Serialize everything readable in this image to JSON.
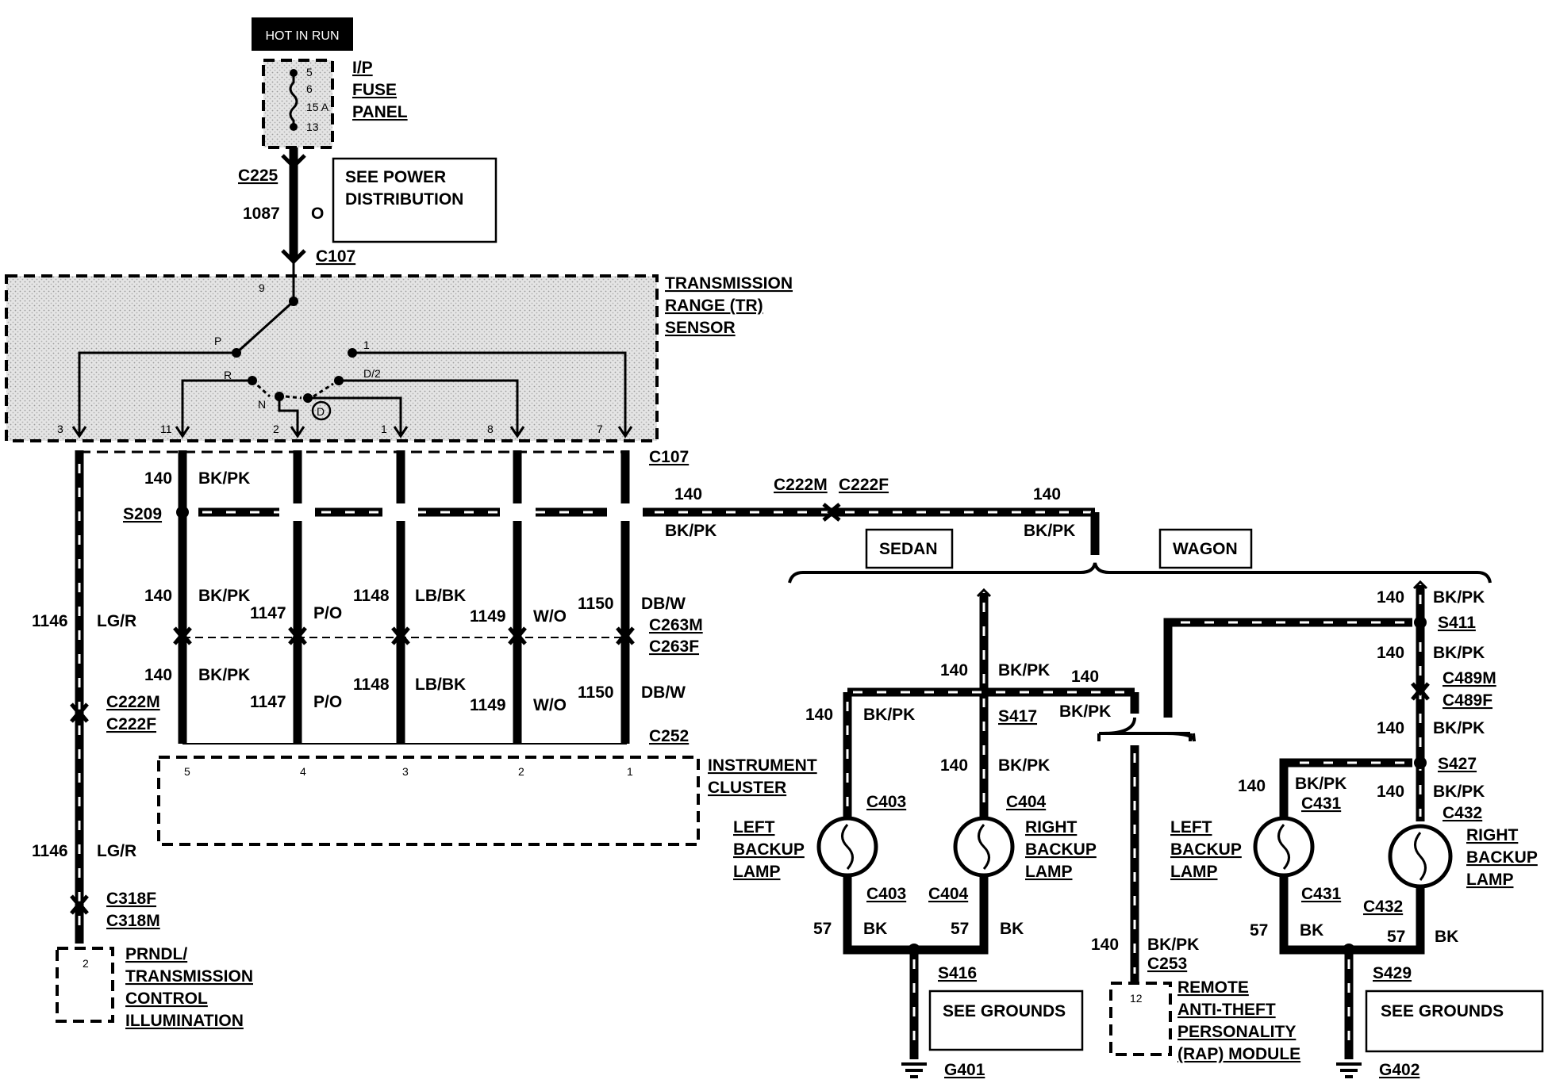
{
  "header": {
    "hot_in_run": "HOT IN RUN"
  },
  "fuse_panel": {
    "label": [
      "I/P",
      "FUSE",
      "PANEL"
    ],
    "pins": [
      "5",
      "6",
      "15 A",
      "13"
    ]
  },
  "power": {
    "connector": "C225",
    "circuit": "1087",
    "color": "O",
    "note": [
      "SEE POWER",
      "DISTRIBUTION"
    ],
    "tr_connector_top": "C107"
  },
  "tr_sensor": {
    "label": [
      "TRANSMISSION",
      "RANGE (TR)",
      "SENSOR"
    ],
    "input_pin": "9",
    "positions": {
      "p": "P",
      "r": "R",
      "n": "N",
      "d": "D",
      "d2": "D/2",
      "one": "1"
    },
    "output_pins": [
      "3",
      "11",
      "2",
      "1",
      "8",
      "7"
    ],
    "connector_bottom": "C107"
  },
  "wires": {
    "w140": "140",
    "bkpk": "BK/PK",
    "w1146": "1146",
    "lgr": "LG/R",
    "w1147": "1147",
    "po": "P/O",
    "w1148": "1148",
    "lbbk": "LB/BK",
    "w1149": "1149",
    "wo": "W/O",
    "w1150": "1150",
    "dbw": "DB/W",
    "w57": "57",
    "bk": "BK"
  },
  "connectors": {
    "s209": "S209",
    "c222m": "C222M",
    "c222f": "C222F",
    "c263m": "C263M",
    "c263f": "C263F",
    "c252": "C252",
    "c318f": "C318F",
    "c318m": "C318M",
    "s417": "S417",
    "s411": "S411",
    "c489m": "C489M",
    "c489f": "C489F",
    "s427": "S427",
    "c403": "C403",
    "c404": "C404",
    "c431": "C431",
    "c432": "C432",
    "s416": "S416",
    "s429": "S429",
    "g401": "G401",
    "g402": "G402",
    "c253": "C253"
  },
  "body_styles": {
    "sedan": "SEDAN",
    "wagon": "WAGON"
  },
  "instrument_cluster": {
    "label": [
      "INSTRUMENT",
      "CLUSTER"
    ],
    "pins": [
      "5",
      "4",
      "3",
      "2",
      "1"
    ]
  },
  "prndl": {
    "pin": "2",
    "label": [
      "PRNDL/",
      "TRANSMISSION",
      "CONTROL",
      "ILLUMINATION"
    ]
  },
  "lamps": {
    "left_backup": [
      "LEFT",
      "BACKUP",
      "LAMP"
    ],
    "right_backup": [
      "RIGHT",
      "BACKUP",
      "LAMP"
    ]
  },
  "rap_module": {
    "pin": "12",
    "label": [
      "REMOTE",
      "ANTI-THEFT",
      "PERSONALITY",
      "(RAP) MODULE"
    ]
  },
  "grounds_note": "SEE GROUNDS"
}
